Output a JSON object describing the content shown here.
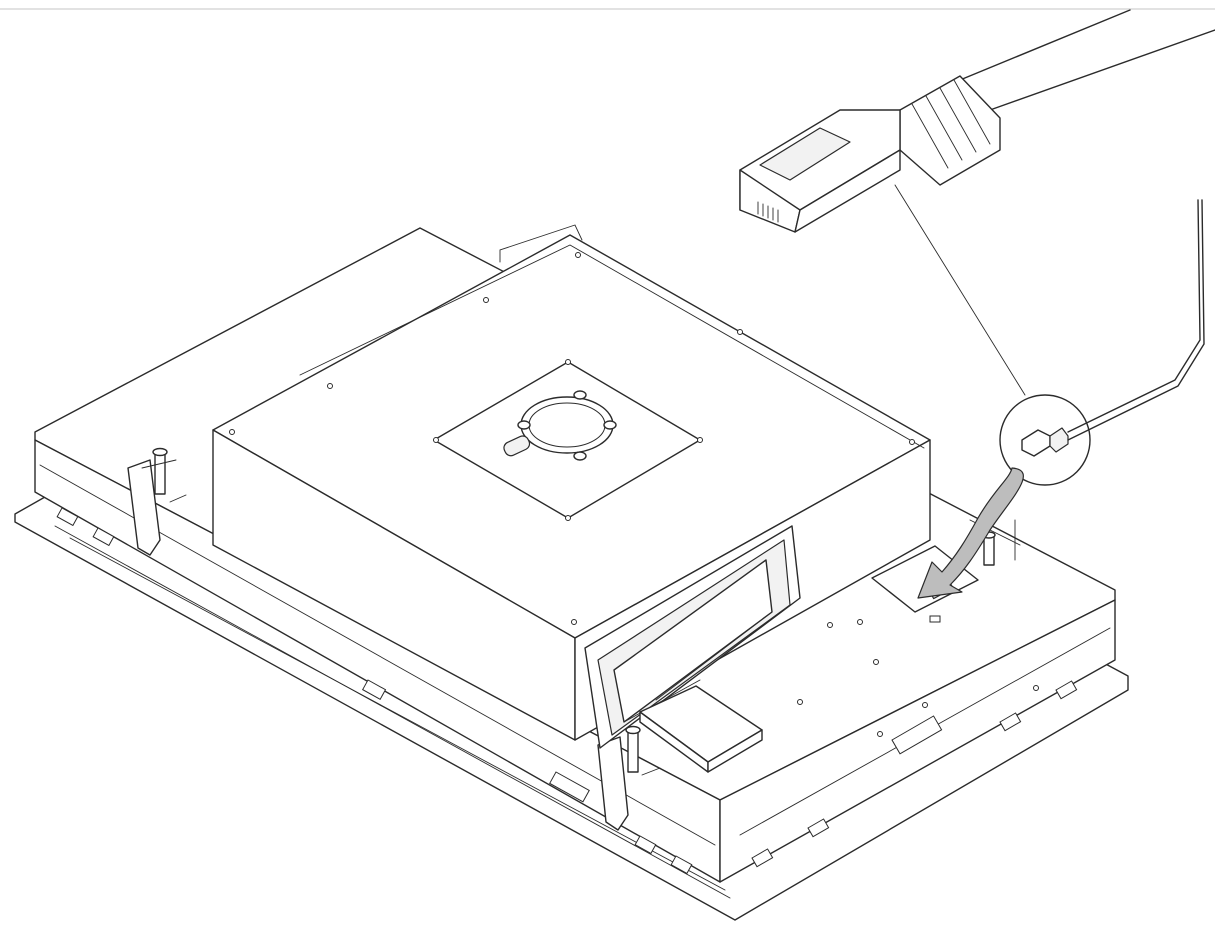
{
  "diagram": {
    "ink_color": "#2b2b2b",
    "arrow_fill": "#bdbdbd",
    "background": "#ffffff",
    "border_color": "#d9d9d9",
    "parts": [
      "panel-pc",
      "rear-housing",
      "vesa-mount-plate",
      "cable-port-frame",
      "lan-port-opening",
      "rj45-connector-enlarged",
      "network-cable",
      "detail-callout-circle",
      "insertion-arrow",
      "mounting-clamps",
      "storage-drive-tray"
    ]
  }
}
